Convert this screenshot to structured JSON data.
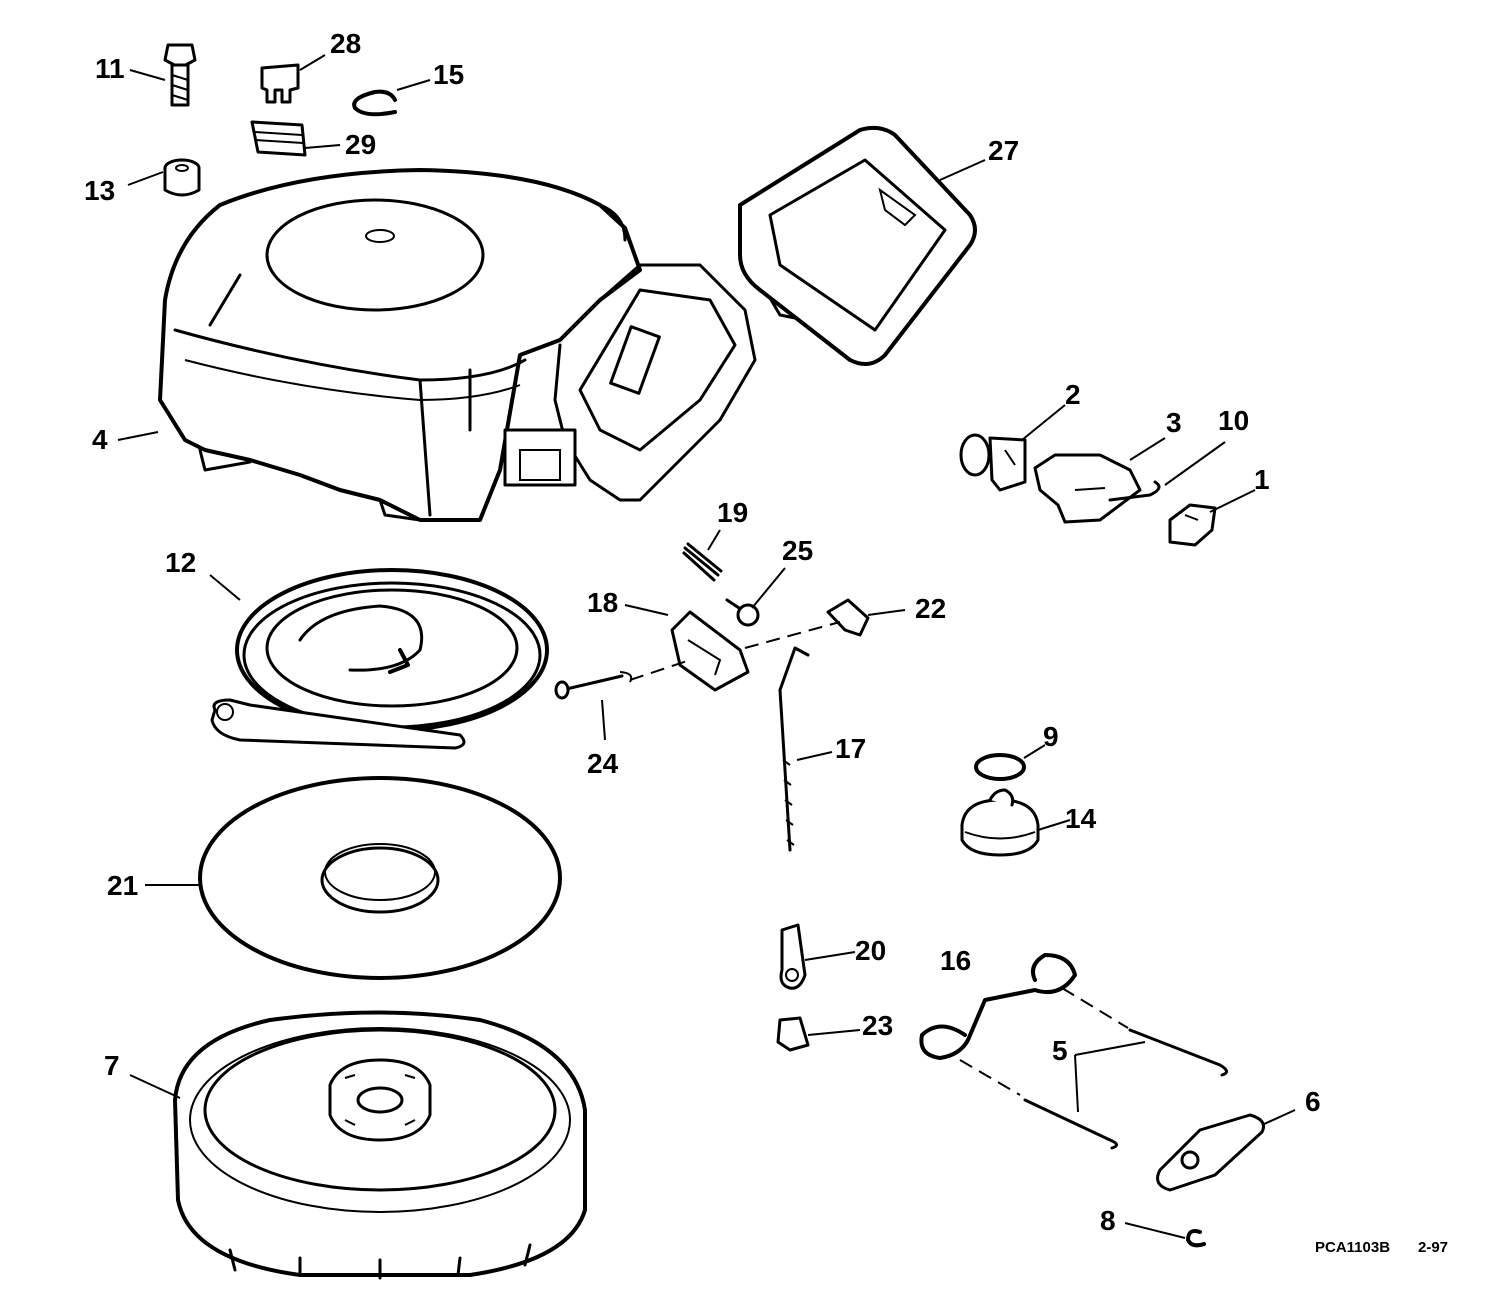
{
  "drawing": {
    "code": "PCA1103B",
    "date": "2-97"
  },
  "callouts": [
    {
      "id": "c1",
      "label": "1"
    },
    {
      "id": "c2",
      "label": "2"
    },
    {
      "id": "c3",
      "label": "3"
    },
    {
      "id": "c4",
      "label": "4"
    },
    {
      "id": "c5",
      "label": "5"
    },
    {
      "id": "c6",
      "label": "6"
    },
    {
      "id": "c7",
      "label": "7"
    },
    {
      "id": "c8",
      "label": "8"
    },
    {
      "id": "c9",
      "label": "9"
    },
    {
      "id": "c10",
      "label": "10"
    },
    {
      "id": "c11",
      "label": "11"
    },
    {
      "id": "c12",
      "label": "12"
    },
    {
      "id": "c13",
      "label": "13"
    },
    {
      "id": "c14",
      "label": "14"
    },
    {
      "id": "c15",
      "label": "15"
    },
    {
      "id": "c16",
      "label": "16"
    },
    {
      "id": "c17",
      "label": "17"
    },
    {
      "id": "c18",
      "label": "18"
    },
    {
      "id": "c19",
      "label": "19"
    },
    {
      "id": "c20",
      "label": "20"
    },
    {
      "id": "c21",
      "label": "21"
    },
    {
      "id": "c22",
      "label": "22"
    },
    {
      "id": "c23",
      "label": "23"
    },
    {
      "id": "c24",
      "label": "24"
    },
    {
      "id": "c25",
      "label": "25"
    },
    {
      "id": "c27",
      "label": "27"
    },
    {
      "id": "c28",
      "label": "28"
    },
    {
      "id": "c29",
      "label": "29"
    }
  ]
}
